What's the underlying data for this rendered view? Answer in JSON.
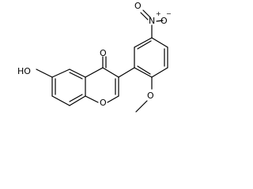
{
  "molecule": {
    "atoms": {
      "carbonyl_oxygen": "O",
      "hydroxyl": "HO",
      "ring_oxygen": "O",
      "methoxy_oxygen": "O",
      "nitro_nitrogen": "N",
      "nitro_plus": "+",
      "nitro_oxygen_top": "O",
      "nitro_oxygen_right": "O",
      "nitro_minus": "−"
    }
  }
}
